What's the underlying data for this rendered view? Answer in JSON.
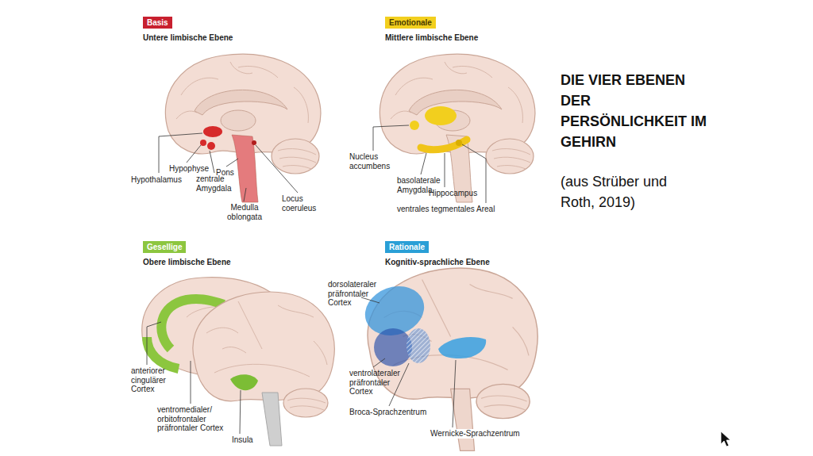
{
  "diagram": {
    "title": "DIE VIER EBENEN DER PERSÖNLICHKEIT IM GEHIRN",
    "caption": "(aus Strüber und Roth, 2019)",
    "nodes": [
      {
        "text": [
          "Basis"
        ]
      },
      {
        "text": [
          "Emotionale"
        ]
      },
      {
        "text": [
          "Gesellige"
        ]
      },
      {
        "text": [
          "Rationale"
        ]
      }
    ],
    "labels": [
      "Untere limbische Ebene",
      "Hypothalamus",
      "Hypophyse",
      "Pons",
      "zentrale Amygdala",
      "Medulla oblongata",
      "Locus coeruleus",
      "Mittlere limbische Ebene",
      "Nucleus accumbens",
      "basolaterale Amygdala",
      "Hippocampus",
      "ventrales tegmentales Areal",
      "Obere limbische Ebene",
      "anteriorer cingulärer Cortex",
      "ventromedialer/ orbitofrontaler präfrontaler Cortex",
      "Insula",
      "Kognitiv-sprachliche Ebene",
      "dorsolateraler präfrontaler Cortex",
      "ventrolateraler präfrontaler Cortex",
      "Broca-Sprachzentrum",
      "Wernicke-Sprachzentrum"
    ]
  }
}
